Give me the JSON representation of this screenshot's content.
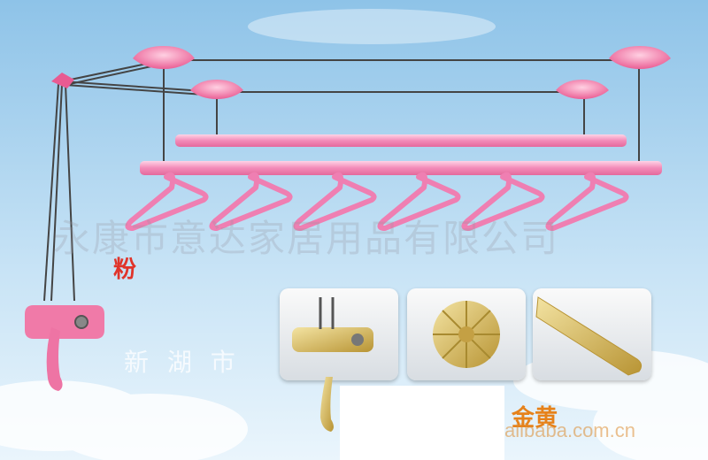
{
  "watermark_text": "永康市意达家居用品有限公司",
  "label_pink": "粉",
  "label_gold": "金黄",
  "ghost_text": "新 湖 市",
  "source_text": "alibaba.com.cn",
  "colors": {
    "sky_top": "#8ec3e8",
    "sky_bottom": "#eaf5fc",
    "pink": "#f28bb8",
    "gold": "#d8bd64"
  },
  "scene_items": {
    "hangers_count": 6
  }
}
